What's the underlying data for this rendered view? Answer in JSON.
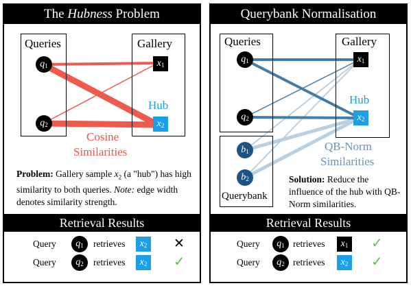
{
  "left": {
    "title_prefix": "The ",
    "title_em": "Hubness",
    "title_suffix": " Problem",
    "queries_label": "Queries",
    "gallery_label": "Gallery",
    "hub_label": "Hub",
    "q1": "q",
    "q1_sub": "1",
    "q2": "q",
    "q2_sub": "2",
    "x1": "x",
    "x1_sub": "1",
    "x2": "x",
    "x2_sub": "2",
    "edge_label_1": "Cosine",
    "edge_label_2": "Similarities",
    "problem_bold": "Problem:",
    "problem_1": "Gallery sample ",
    "problem_x": "x",
    "problem_x_sub": "2",
    "problem_2": " (a \"hub\") has high similarity to both queries. ",
    "note_em": "Note:",
    "problem_3": " edge width denotes similarity strength.",
    "results_title": "Retrieval Results",
    "row1_query": "Query",
    "row1_retrieves": "retrieves",
    "row1_mark": "✕",
    "row2_query": "Query",
    "row2_retrieves": "retrieves",
    "row2_mark": "✓"
  },
  "right": {
    "title": "Querybank Normalisation",
    "queries_label": "Queries",
    "gallery_label": "Gallery",
    "hub_label": "Hub",
    "querybank_label": "Querybank",
    "b1": "b",
    "b1_sub": "1",
    "b2": "b",
    "b2_sub": "2",
    "q1": "q",
    "q1_sub": "1",
    "q2": "q",
    "q2_sub": "2",
    "x1": "x",
    "x1_sub": "1",
    "x2": "x",
    "x2_sub": "2",
    "edge_label_1": "QB-Norm",
    "edge_label_2": "Similarities",
    "solution_bold": "Solution:",
    "solution_text": " Reduce the influence of the hub with QB-Norm similarities.",
    "results_title": "Retrieval Results",
    "row1_query": "Query",
    "row1_retrieves": "retrieves",
    "row1_mark": "✓",
    "row2_query": "Query",
    "row2_retrieves": "retrieves",
    "row2_mark": "✓"
  },
  "colors": {
    "cosine_edge": "#ee5a4e",
    "qbnorm_edge": "#467da6",
    "querybank_edge": "#b9d0e2",
    "hub": "#1aa0e6",
    "check": "#5fc24a"
  }
}
